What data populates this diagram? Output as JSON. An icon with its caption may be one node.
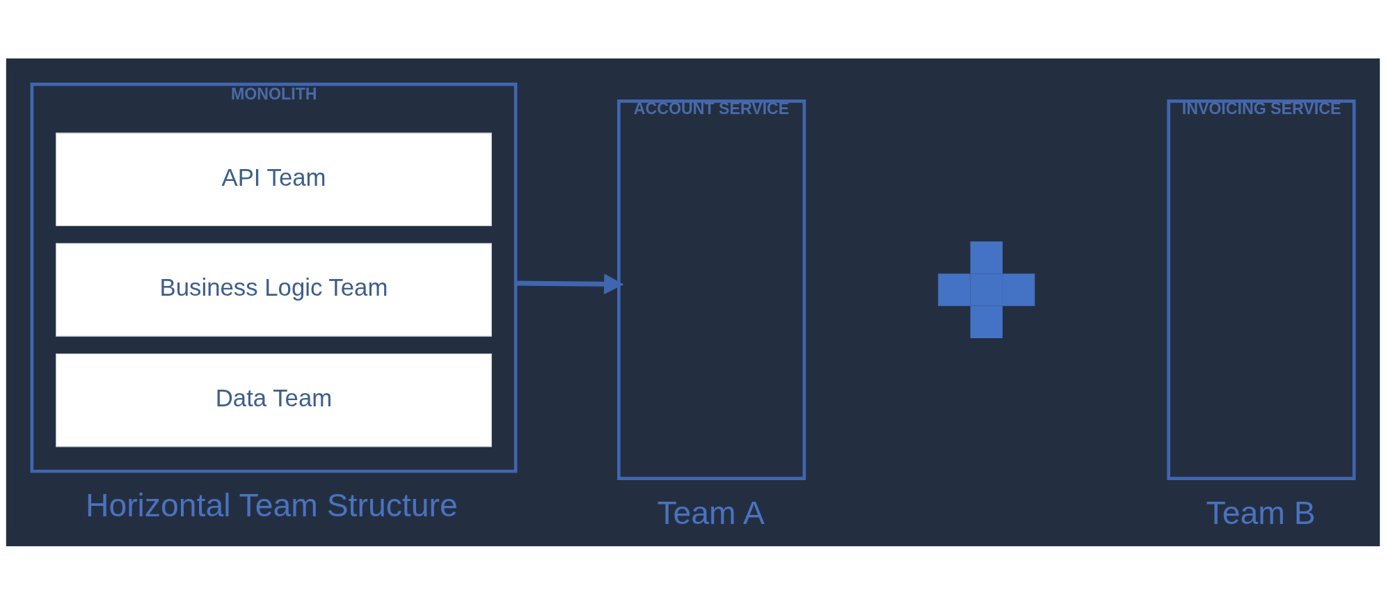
{
  "diagram": {
    "nodes": [
      {
        "text": [
          "MONOLITH"
        ],
        "beside": [
          "Horizontal Team Structure"
        ]
      },
      {
        "text": [
          "API Team"
        ],
        "in": 0
      },
      {
        "text": [
          "Business Logic Team"
        ],
        "in": 0
      },
      {
        "text": [
          "Data Team"
        ],
        "in": 0
      },
      {
        "text": [
          "ACCOUNT SERVICE"
        ],
        "beside": [
          "Team A"
        ]
      },
      {
        "text": [],
        "shape": "plus"
      },
      {
        "text": [
          "INVOICING SERVICE"
        ],
        "beside": [
          "Team B"
        ]
      }
    ],
    "edges": [
      {
        "from": 0,
        "to": 4,
        "arrow": "to"
      }
    ]
  }
}
